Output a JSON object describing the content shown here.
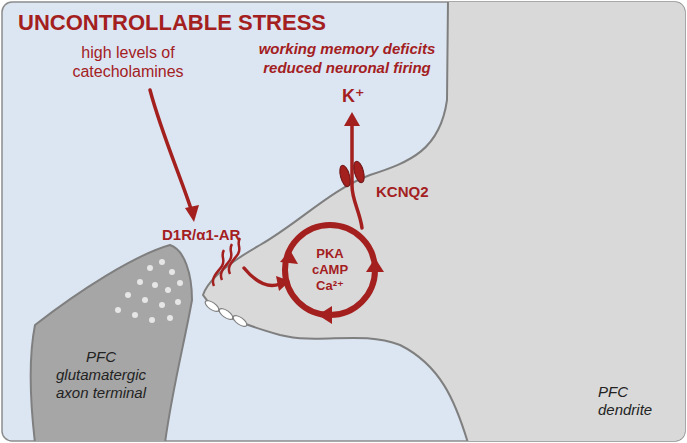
{
  "diagram": {
    "title": "UNCONTROLLABLE STRESS",
    "nodes": [
      {
        "text": [
          "PFC glutamatergic axon terminal"
        ]
      },
      {
        "text": [
          "PFC dendrite"
        ]
      },
      {
        "text": [
          "PKA",
          "cAMP",
          "Ca²⁺"
        ],
        "in": 1
      }
    ],
    "labels": [
      "high levels of catecholamines",
      "D1R/α1-AR",
      "working memory deficits reduced neuronal firing",
      "K⁺",
      "KCNQ2"
    ]
  }
}
